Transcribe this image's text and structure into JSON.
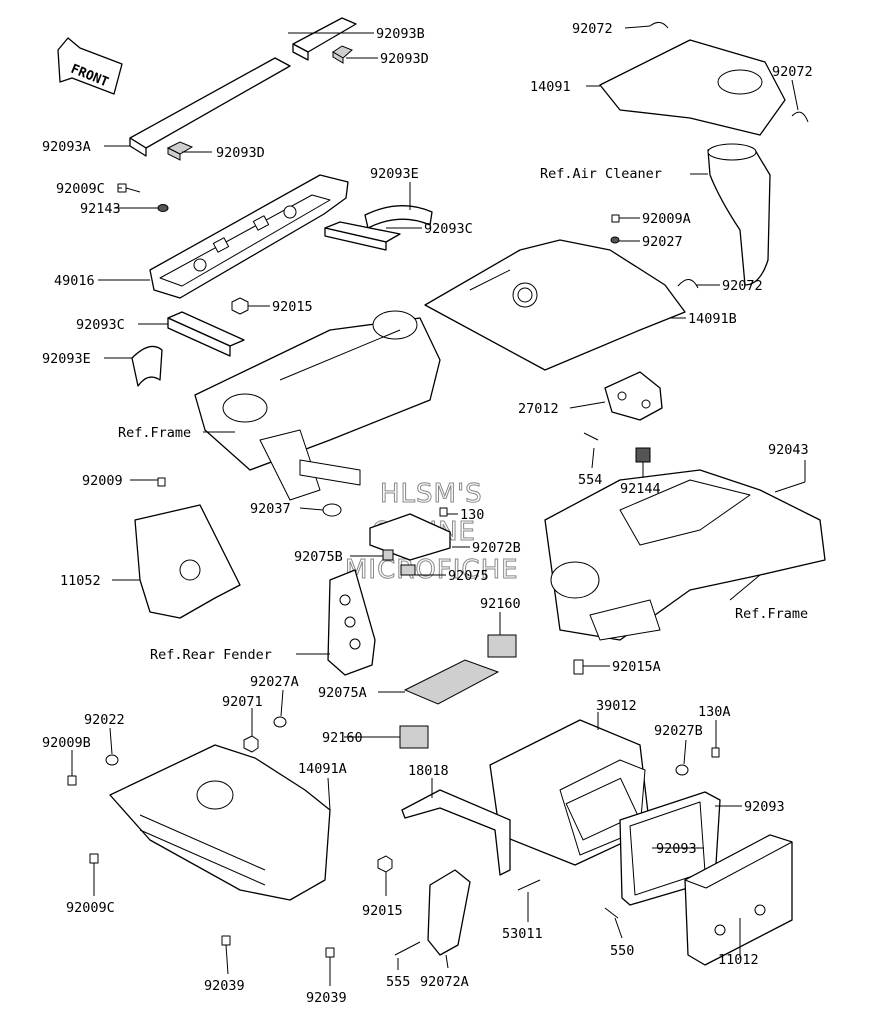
{
  "front_arrow": {
    "text": "FRONT"
  },
  "watermark": {
    "line1": "HLSM'S",
    "line2": "ONLINE",
    "line3": "MICROFICHE"
  },
  "refs": {
    "air_cleaner": "Ref.Air Cleaner",
    "frame_left": "Ref.Frame",
    "frame_right": "Ref.Frame",
    "rear_fender": "Ref.Rear Fender"
  },
  "parts": {
    "p92093B": "92093B",
    "p92093D_top": "92093D",
    "p92093A": "92093A",
    "p92093D_mid": "92093D",
    "p92009C_top": "92009C",
    "p92143": "92143",
    "p92093E_top": "92093E",
    "p49016": "49016",
    "p92093C_right": "92093C",
    "p92015_top": "92015",
    "p92093C_left": "92093C",
    "p92093E_left": "92093E",
    "p92072_top": "92072",
    "p14091": "14091",
    "p92072_right": "92072",
    "p92009A": "92009A",
    "p92027": "92027",
    "p92072_mid": "92072",
    "p14091B": "14091B",
    "p27012": "27012",
    "p554": "554",
    "p92144": "92144",
    "p92043": "92043",
    "p92009": "92009",
    "p11052": "11052",
    "p92037": "92037",
    "p130": "130",
    "p92072B": "92072B",
    "p92075B": "92075B",
    "p92075": "92075",
    "p92160_top": "92160",
    "p92075A": "92075A",
    "p92027A": "92027A",
    "p92071": "92071",
    "p92022": "92022",
    "p92009B": "92009B",
    "p14091A": "14091A",
    "p92160_mid": "92160",
    "p92015A": "92015A",
    "p39012": "39012",
    "p92027B": "92027B",
    "p130A": "130A",
    "p18018": "18018",
    "p92093_a": "92093",
    "p92093_b": "92093",
    "p92009C_bot": "92009C",
    "p92015_bot": "92015",
    "p53011": "53011",
    "p550": "550",
    "p11012": "11012",
    "p92039_a": "92039",
    "p92039_b": "92039",
    "p555": "555",
    "p92072A": "92072A"
  }
}
